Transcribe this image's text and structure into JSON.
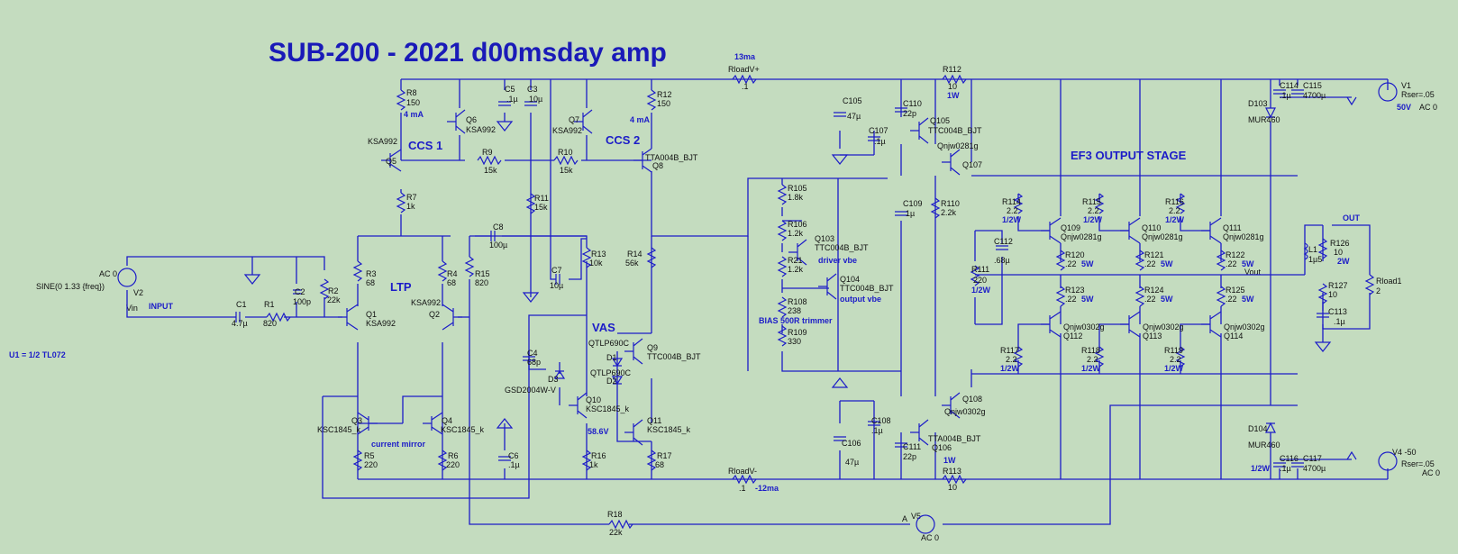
{
  "title": "SUB-200 - 2021 d00msday amp",
  "sections": {
    "ccs1": "CCS 1",
    "ccs2": "CCS 2",
    "ltp": "LTP",
    "vas": "VAS",
    "output_stage": "EF3 OUTPUT STAGE",
    "out": "OUT",
    "current_mirror": "current mirror",
    "input": "INPUT",
    "driver_vbe": "driver vbe",
    "output_vbe": "output vbe",
    "bias": "BIAS 500R trimmer"
  },
  "notes": {
    "u1": "U1 = 1/2 TL072",
    "v2_ac": "AC 0",
    "v2_sine": "SINE(0 1.33 {freq})",
    "v2_name": "V2",
    "vin": "Vin",
    "vout": "Vout",
    "v5_a": "A",
    "v5_name": "V5",
    "v5_ac": "AC 0",
    "i_ccs1": "4 mA",
    "i_ccs2": "4 mA",
    "i_pos": "13ma",
    "i_neg": "-12ma",
    "v_vas": "58.6V",
    "v1_name": "V1",
    "v1_rser": "Rser=.05",
    "v1_v": "50V",
    "v1_ac": "AC 0",
    "v4_name": "V4 -50",
    "v4_rser": "Rser=.05",
    "v4_ac": "AC 0"
  },
  "components": {
    "R8": {
      "name": "R8",
      "value": "150"
    },
    "Q6": {
      "name": "Q6",
      "value": "KSA992"
    },
    "Q5": {
      "name": "Q5",
      "value": "KSA992"
    },
    "R9": {
      "name": "R9",
      "value": "15k"
    },
    "R10": {
      "name": "R10",
      "value": "15k"
    },
    "R7": {
      "name": "R7",
      "value": "1k"
    },
    "C5": {
      "name": "C5",
      "value": ".1µ"
    },
    "C3": {
      "name": "C3",
      "value": "10µ"
    },
    "Q7": {
      "name": "Q7",
      "value": "KSA992"
    },
    "R12": {
      "name": "R12",
      "value": "150"
    },
    "Q8": {
      "name": "Q8",
      "value": "TTA004B_BJT"
    },
    "R11": {
      "name": "R11",
      "value": "15k"
    },
    "RloadVp": {
      "name": "RloadV+",
      "value": ".1"
    },
    "RloadVm": {
      "name": "RloadV-",
      "value": ".1"
    },
    "C8": {
      "name": "C8",
      "value": "100µ"
    },
    "R3": {
      "name": "R3",
      "value": "68"
    },
    "R4": {
      "name": "R4",
      "value": "68"
    },
    "R15": {
      "name": "R15",
      "value": "820"
    },
    "R13": {
      "name": "R13",
      "value": "10k"
    },
    "R14": {
      "name": "R14",
      "value": "56k"
    },
    "C7": {
      "name": "C7",
      "value": "10µ"
    },
    "Q1": {
      "name": "Q1",
      "value": "KSA992"
    },
    "Q2": {
      "name": "Q2",
      "value": "KSA992"
    },
    "C1": {
      "name": "C1",
      "value": "4.7µ"
    },
    "R1": {
      "name": "R1",
      "value": "820"
    },
    "C2": {
      "name": "C2",
      "value": "100p"
    },
    "R2": {
      "name": "R2",
      "value": "22k"
    },
    "C4": {
      "name": "C4",
      "value": "68p"
    },
    "D3": {
      "name": "D3",
      "value": "GSD2004W-V"
    },
    "D1": {
      "name": "D1",
      "value": "QTLP690C"
    },
    "D2": {
      "name": "D2",
      "value": "QTLP690C"
    },
    "Q9": {
      "name": "Q9",
      "value": "TTC004B_BJT"
    },
    "Q10": {
      "name": "Q10",
      "value": "KSC1845_k"
    },
    "Q11": {
      "name": "Q11",
      "value": "KSC1845_k"
    },
    "Q3": {
      "name": "Q3",
      "value": "KSC1845_k"
    },
    "Q4": {
      "name": "Q4",
      "value": "KSC1845_k"
    },
    "R5": {
      "name": "R5",
      "value": "220"
    },
    "R6": {
      "name": "R6",
      "value": "220"
    },
    "C6": {
      "name": "C6",
      "value": ".1µ"
    },
    "R16": {
      "name": "R16",
      "value": "1k"
    },
    "R17": {
      "name": "R17",
      "value": "68"
    },
    "R18": {
      "name": "R18",
      "value": "22k"
    },
    "C105": {
      "name": "C105",
      "value": "47µ"
    },
    "C107": {
      "name": "C107",
      "value": ".1µ"
    },
    "R105": {
      "name": "R105",
      "value": "1.8k"
    },
    "R106": {
      "name": "R106",
      "value": "1.2k"
    },
    "R21": {
      "name": "R21",
      "value": "1.2k"
    },
    "Q103": {
      "name": "Q103",
      "value": "TTC004B_BJT"
    },
    "Q104": {
      "name": "Q104",
      "value": "TTC004B_BJT"
    },
    "R108": {
      "name": "R108",
      "value": "238"
    },
    "R109": {
      "name": "R109",
      "value": "330"
    },
    "C106": {
      "name": "C106",
      "value": "47µ"
    },
    "C108": {
      "name": "C108",
      "value": ".1µ"
    },
    "R112": {
      "name": "R112",
      "value": "10"
    },
    "R113": {
      "name": "R113",
      "value": "10"
    },
    "C110": {
      "name": "C110",
      "value": "22p"
    },
    "C111": {
      "name": "C111",
      "value": "22p"
    },
    "C109": {
      "name": "C109",
      "value": "1µ"
    },
    "Q105": {
      "name": "Q105",
      "value": "TTC004B_BJT"
    },
    "Q106": {
      "name": "Q106",
      "value": "TTA004B_BJT"
    },
    "Q107": {
      "name": "Q107",
      "value": "Qnjw0281g"
    },
    "Q108": {
      "name": "Q108",
      "value": "Qnjw0302g"
    },
    "R110": {
      "name": "R110",
      "value": "2.2k"
    },
    "R111": {
      "name": "R111",
      "value": "220"
    },
    "C112": {
      "name": "C112",
      "value": ".68µ"
    },
    "R114": {
      "name": "R114",
      "value": "2.2"
    },
    "R115": {
      "name": "R115",
      "value": "2.2"
    },
    "R116": {
      "name": "R116",
      "value": "2.2"
    },
    "Q109": {
      "name": "Q109",
      "value": "Qnjw0281g"
    },
    "Q110": {
      "name": "Q110",
      "value": "Qnjw0281g"
    },
    "Q111": {
      "name": "Q111",
      "value": "Qnjw0281g"
    },
    "R120": {
      "name": "R120",
      "value": ".22"
    },
    "R121": {
      "name": "R121",
      "value": ".22"
    },
    "R122": {
      "name": "R122",
      "value": ".22"
    },
    "R123": {
      "name": "R123",
      "value": ".22"
    },
    "R124": {
      "name": "R124",
      "value": ".22"
    },
    "R125": {
      "name": "R125",
      "value": ".22"
    },
    "Q112": {
      "name": "Q112",
      "value": "Qnjw0302g"
    },
    "Q113": {
      "name": "Q113",
      "value": "Qnjw0302g"
    },
    "Q114": {
      "name": "Q114",
      "value": "Qnjw0302g"
    },
    "R117": {
      "name": "R117",
      "value": "2.2"
    },
    "R118": {
      "name": "R118",
      "value": "2.2"
    },
    "R119": {
      "name": "R119",
      "value": "2.2"
    },
    "L1": {
      "name": "L1",
      "value": "1µ5"
    },
    "R126": {
      "name": "R126",
      "value": "10"
    },
    "R127": {
      "name": "R127",
      "value": "10"
    },
    "C113": {
      "name": "C113",
      "value": ".1µ"
    },
    "Rload1": {
      "name": "Rload1",
      "value": "2"
    },
    "D103": {
      "name": "D103",
      "value": "MUR460"
    },
    "D104": {
      "name": "D104",
      "value": "MUR460"
    },
    "C114": {
      "name": "C114",
      "value": ".1µ"
    },
    "C115": {
      "name": "C115",
      "value": "4700µ"
    },
    "C116": {
      "name": "C116",
      "value": ".1µ"
    },
    "C117": {
      "name": "C117",
      "value": "4700µ"
    }
  },
  "ratings": {
    "r112": "1W",
    "r113": "1W",
    "r111": "1/2W",
    "r114": "1/2W",
    "r115": "1/2W",
    "r116": "1/2W",
    "r117": "1/2W",
    "r118": "1/2W",
    "r119": "1/2W",
    "r120": "5W",
    "r121": "5W",
    "r122": "5W",
    "r123": "5W",
    "r124": "5W",
    "r125": "5W",
    "r126": "2W",
    "c116": "1/2W"
  }
}
